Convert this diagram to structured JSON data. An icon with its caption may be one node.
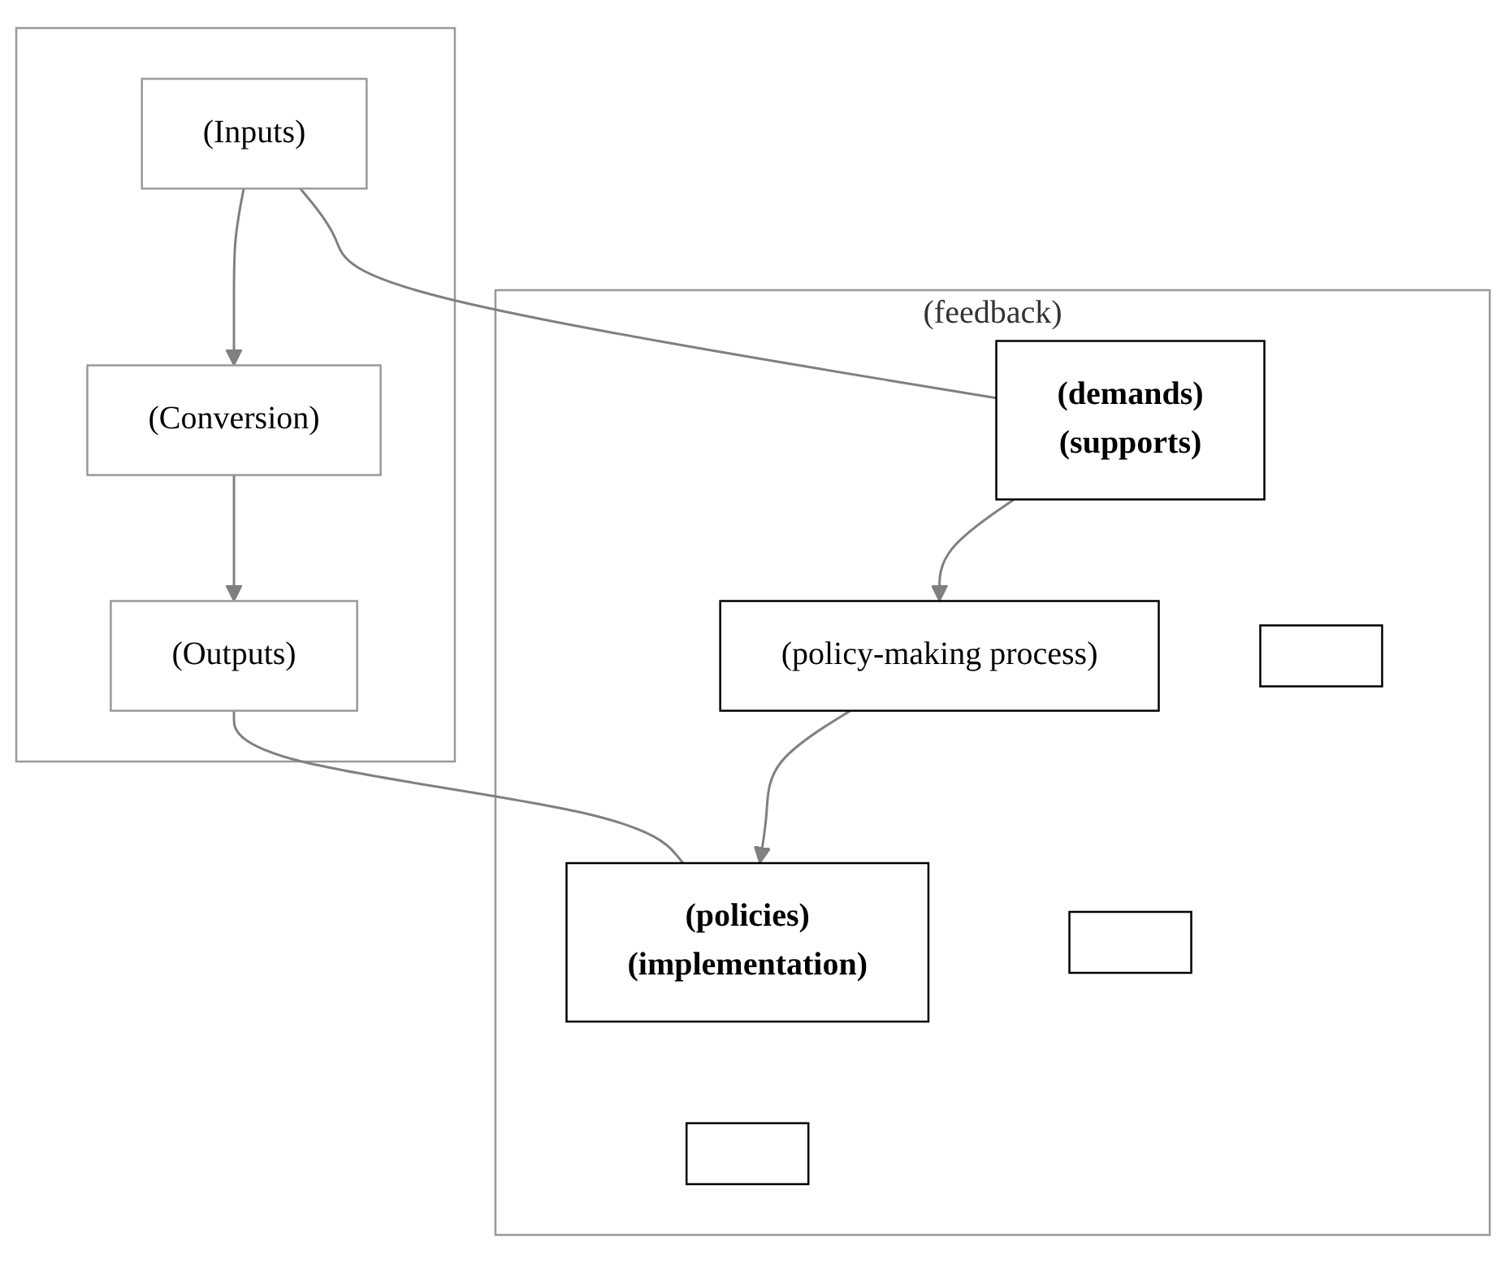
{
  "diagram": {
    "nodes": [
      {
        "text": [],
        "shape": "box"
      },
      {
        "text": [
          "(Inputs)"
        ],
        "in": 0
      },
      {
        "text": [
          "(Conversion)"
        ],
        "in": 0
      },
      {
        "text": [
          "(Outputs)"
        ],
        "in": 0
      },
      {
        "text": [
          "(feedback)"
        ]
      },
      {
        "text": [
          "(demands)",
          "(supports)"
        ],
        "in": 4
      },
      {
        "text": [
          "(policy-making process)"
        ],
        "in": 4
      },
      {
        "text": [
          "(policies)",
          "(implementation)"
        ],
        "in": 4
      },
      {
        "text": [],
        "shape": "box",
        "in": 4
      },
      {
        "text": [],
        "shape": "box",
        "in": 4
      },
      {
        "text": [],
        "shape": "box",
        "in": 4
      }
    ],
    "edges": [
      {
        "from": 1,
        "to": 2,
        "arrow": "to"
      },
      {
        "from": 2,
        "to": 3,
        "arrow": "to"
      },
      {
        "from": 1,
        "to": 5,
        "arrow": "none"
      },
      {
        "from": 3,
        "to": 7,
        "arrow": "none"
      },
      {
        "from": 5,
        "to": 6,
        "arrow": "to"
      },
      {
        "from": 6,
        "to": 7,
        "arrow": "to"
      }
    ]
  }
}
